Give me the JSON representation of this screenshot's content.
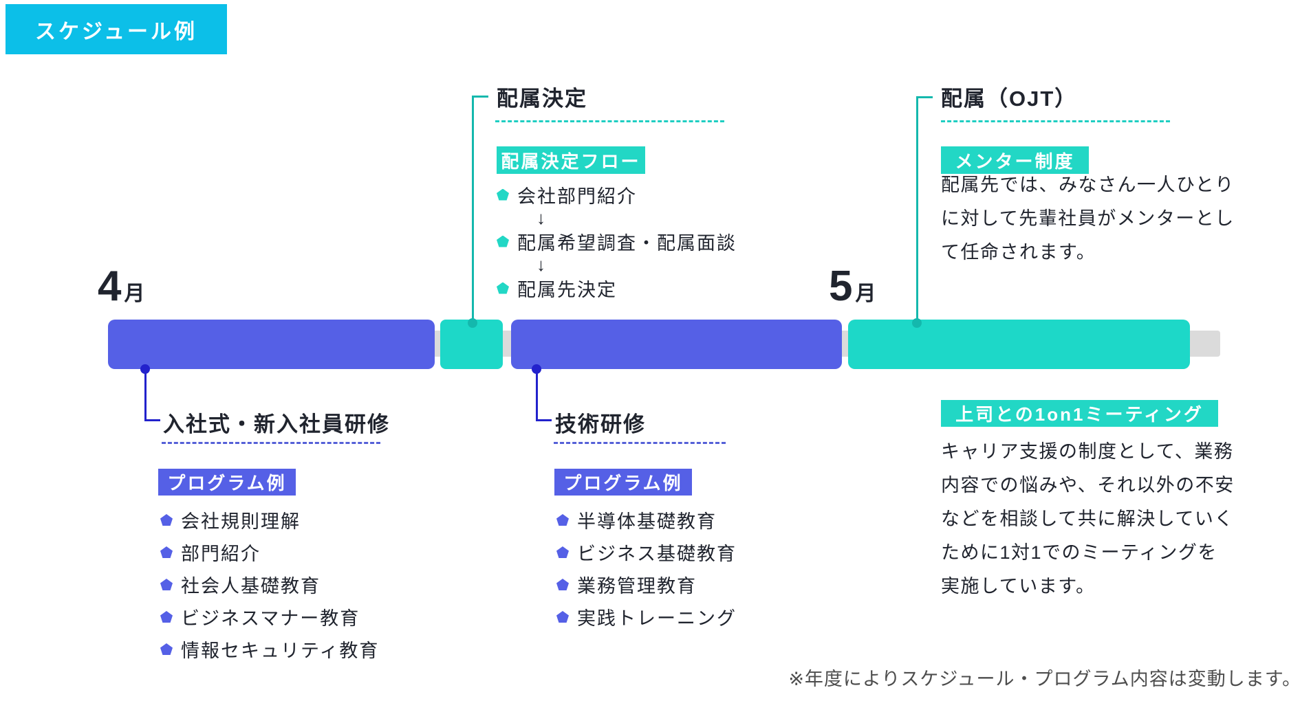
{
  "header": {
    "badge_label": "スケジュール例"
  },
  "timeline": {
    "months": [
      {
        "number": "4",
        "unit": "月"
      },
      {
        "number": "5",
        "unit": "月"
      }
    ],
    "bars": [
      {
        "name": "april-new-employee-training",
        "color": "#5560E6"
      },
      {
        "name": "assignment-decision",
        "color": "#1DD8C8"
      },
      {
        "name": "technical-training",
        "color": "#5560E6"
      },
      {
        "name": "may-ojt",
        "color": "#1DD8C8"
      }
    ]
  },
  "sections": {
    "assignment_decision": {
      "title": "配属決定",
      "badge": "配属決定フロー",
      "arrow_symbol": "↓",
      "steps": [
        "会社部門紹介",
        "配属希望調査・配属面談",
        "配属先決定"
      ]
    },
    "assignment_ojt": {
      "title": "配属（OJT）",
      "badge": "メンター制度",
      "description": "配属先では、みなさん一人ひとりに対して先輩社員がメンターとして任命されます。"
    },
    "induction_training": {
      "title": "入社式・新入社員研修",
      "badge": "プログラム例",
      "items": [
        "会社規則理解",
        "部門紹介",
        "社会人基礎教育",
        "ビジネスマナー教育",
        "情報セキュリティ教育"
      ]
    },
    "technical_training": {
      "title": "技術研修",
      "badge": "プログラム例",
      "items": [
        "半導体基礎教育",
        "ビジネス基礎教育",
        "業務管理教育",
        "実践トレーニング"
      ]
    },
    "one_on_one": {
      "badge": "上司との1on1ミーティング",
      "description": "キャリア支援の制度として、業務内容での悩みや、それ以外の不安などを相談して共に解決していくために1対1でのミーティングを実施しています。"
    }
  },
  "footnote": {
    "text": "※年度によりスケジュール・プログラム内容は変動します。"
  },
  "colors": {
    "header_badge": "#0CBFE8",
    "purple": "#5560E6",
    "teal": "#1DD8C8",
    "teal_badge": "#22D7C5",
    "navy_connector": "#2222CC",
    "teal_connector": "#14B8AD",
    "dashed_blue": "#5560D8",
    "dashed_teal": "#1FCEC2",
    "track_gray": "#DBDBDB",
    "text": "#20242E",
    "footnote_gray": "#4D4D4D"
  }
}
